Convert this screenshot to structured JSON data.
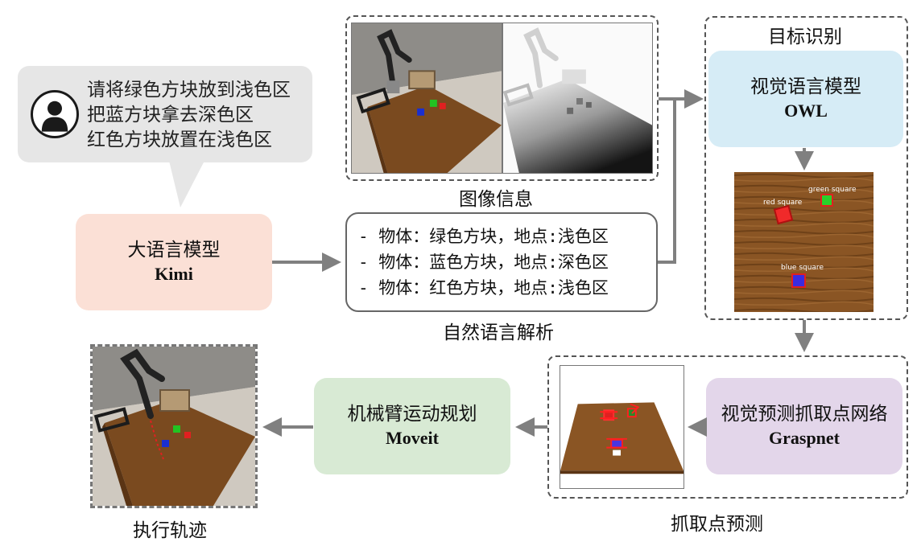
{
  "user_prompt": {
    "lines": [
      "请将绿色方块放到浅色区",
      "把蓝方块拿去深色区",
      "红色方块放置在浅色区"
    ]
  },
  "llm": {
    "title": "大语言模型",
    "name": "Kimi"
  },
  "image_info": {
    "caption": "图像信息"
  },
  "nlp": {
    "lines": [
      "- 物体：绿色方块，地点:浅色区",
      "- 物体：蓝色方块，地点:深色区",
      "- 物体：红色方块，地点:浅色区"
    ],
    "caption": "自然语言解析"
  },
  "target_recognition": {
    "title": "目标识别",
    "vlm_title": "视觉语言模型",
    "vlm_name": "OWL",
    "labels": {
      "green": "green square",
      "red": "red square",
      "blue": "blue square"
    }
  },
  "grasp_prediction": {
    "caption": "抓取点预测",
    "net_title": "视觉预测抓取点网络",
    "net_name": "Graspnet"
  },
  "motion_planning": {
    "title": "机械臂运动规划",
    "name": "Moveit"
  },
  "execution": {
    "caption": "执行轨迹"
  },
  "colors": {
    "llm_box": "#fbe0d6",
    "vlm_box": "#d6ecf6",
    "grasp_box": "#e3d6ea",
    "moveit_box": "#d8ead4",
    "bubble": "#e6e6e6",
    "arrow": "#808080"
  }
}
